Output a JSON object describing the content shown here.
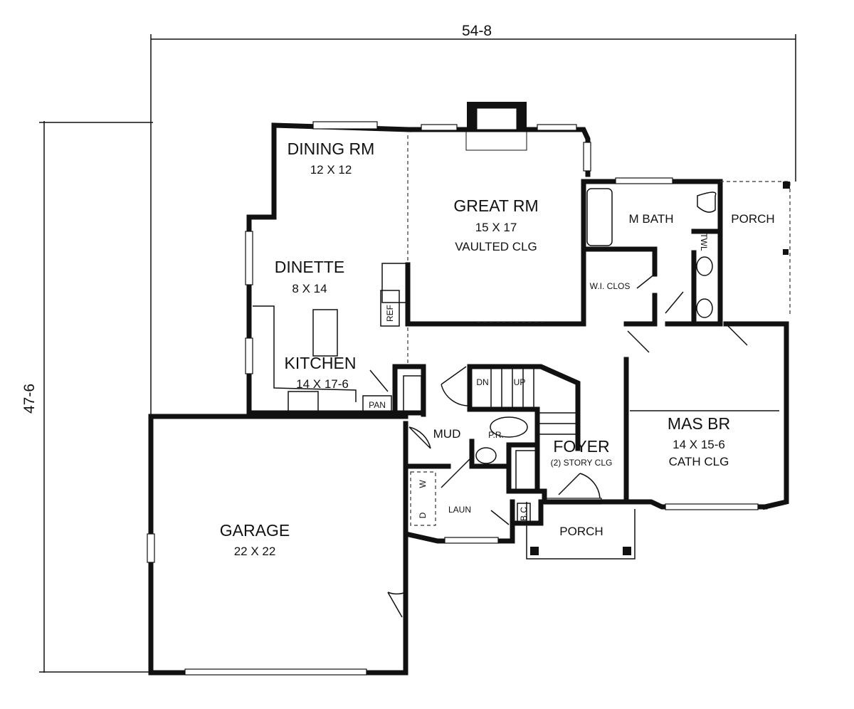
{
  "dimensions": {
    "width": "54-8",
    "depth": "47-6"
  },
  "rooms": {
    "dining": {
      "name": "DINING RM",
      "size": "12 X 12"
    },
    "great": {
      "name": "GREAT RM",
      "size": "15 X 17",
      "note": "VAULTED CLG"
    },
    "dinette": {
      "name": "DINETTE",
      "size": "8 X 14"
    },
    "kitchen": {
      "name": "KITCHEN",
      "size": "14 X 17-6"
    },
    "mbath": {
      "name": "M BATH"
    },
    "porch_rear": {
      "name": "PORCH"
    },
    "wiclos": {
      "name": "W.I. CLOS"
    },
    "twl": {
      "name": "TWL"
    },
    "masbr": {
      "name": "MAS BR",
      "size": "14 X 15-6",
      "note": "CATH CLG"
    },
    "mud": {
      "name": "MUD"
    },
    "pr": {
      "name": "P.R."
    },
    "foyer": {
      "name": "FOYER",
      "note": "(2) STORY CLG"
    },
    "laun": {
      "name": "LAUN"
    },
    "porch_front": {
      "name": "PORCH"
    },
    "garage": {
      "name": "GARAGE",
      "size": "22 X 22"
    }
  },
  "fixtures": {
    "ref": "REF",
    "pan": "PAN",
    "dn": "DN",
    "up": "UP",
    "washer": "W",
    "dryer": "D",
    "bc": "B.C"
  }
}
